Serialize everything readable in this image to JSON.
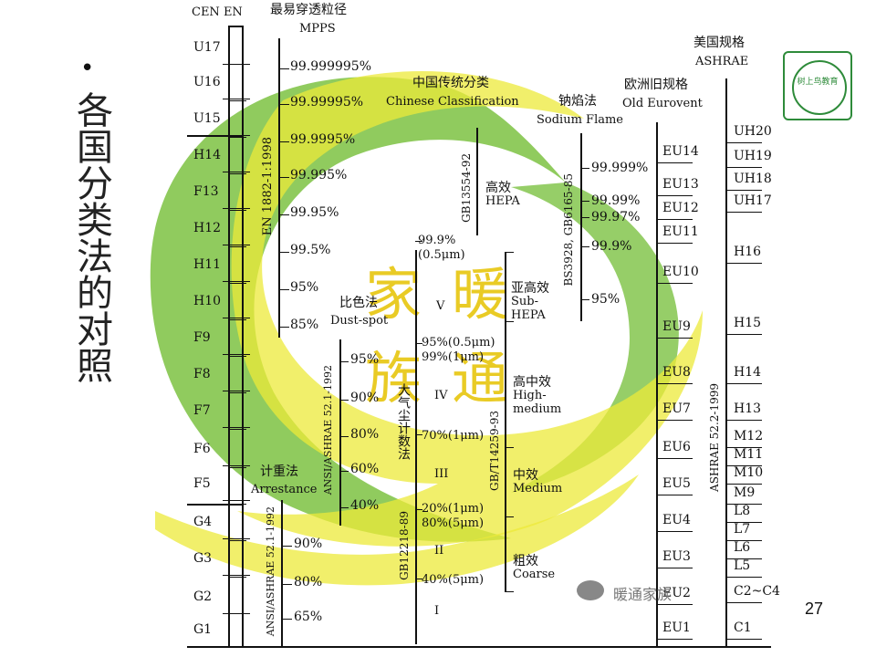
{
  "slide": {
    "bullet": "•",
    "title": "各国分类法的对照",
    "page_number": "27"
  },
  "watermark": {
    "big_chars": [
      "家",
      "暖",
      "族",
      "通"
    ],
    "wechat": "暖通家族",
    "logo_text": "树上鸟教育"
  },
  "colors": {
    "green_swirl": "#7cc242",
    "yellow_swirl": "#ecea3a",
    "watermark_text": "#e6c200",
    "lines": "#111111"
  },
  "columns": {
    "cen_en": {
      "header": "CEN EN",
      "grades": [
        "U17",
        "U16",
        "U15",
        "H14",
        "F13",
        "H12",
        "H11",
        "H10",
        "F9",
        "F8",
        "F7",
        "F6",
        "F5",
        "G4",
        "G3",
        "G2",
        "G1"
      ]
    },
    "mpps": {
      "header_cn": "最易穿透粒径",
      "header_en": "MPPS",
      "standard": "EN 1882-1:1998",
      "values": [
        "99.999995%",
        "99.99995%",
        "99.9995%",
        "99.995%",
        "99.95%",
        "99.5%",
        "95%",
        "85%"
      ]
    },
    "dust_spot": {
      "header_cn": "比色法",
      "header_en": "Dust-spot",
      "standard": "ANSI/ASHRAE 52.1-1992",
      "values": [
        "95%",
        "90%",
        "80%",
        "60%",
        "40%"
      ]
    },
    "arrestance": {
      "header_cn": "计重法",
      "header_en": "Arrestance",
      "standard": "ANSI/ASHRAE 52.1-1992",
      "values": [
        "90%",
        "80%",
        "65%"
      ]
    },
    "chinese": {
      "header_cn": "中国传统分类",
      "header_en": "Chinese Classification",
      "std_hepa": "GB13554-92",
      "std_counter": "大气尘计数法",
      "std_gb12218": "GB12218-89",
      "std_gbt14259": "GB/T14259-93",
      "counter_values": [
        "99.9%",
        "(0.5μm)",
        "V",
        "95%(0.5μm)",
        "99%(1μm)",
        "IV",
        "70%(1μm)",
        "III",
        "20%(1μm)",
        "80%(5μm)",
        "II",
        "40%(5μm)",
        "I"
      ],
      "classes": [
        {
          "cn": "高效",
          "en": "HEPA"
        },
        {
          "cn": "亚高效",
          "en": "Sub-\nHEPA"
        },
        {
          "cn": "高中效",
          "en": "High-\nmedium"
        },
        {
          "cn": "中效",
          "en": "Medium"
        },
        {
          "cn": "粗效",
          "en": "Coarse"
        }
      ]
    },
    "sodium": {
      "header_cn": "钠焰法",
      "header_en": "Sodium Flame",
      "standard": "BS3928, GB6165-85",
      "values": [
        "99.999%",
        "99.99%",
        "99.97%",
        "99.9%",
        "95%"
      ]
    },
    "eurovent": {
      "header_cn": "欧洲旧规格",
      "header_en": "Old Eurovent",
      "grades": [
        "EU14",
        "EU13",
        "EU12",
        "EU11",
        "EU10",
        "EU9",
        "EU8",
        "EU7",
        "EU6",
        "EU5",
        "EU4",
        "EU3",
        "EU2",
        "EU1"
      ]
    },
    "ashrae": {
      "header_cn": "美国规格",
      "header_en": "ASHRAE",
      "standard": "ASHRAE 52.2-1999",
      "grades": [
        "UH20",
        "UH19",
        "UH18",
        "UH17",
        "H16",
        "H15",
        "H14",
        "H13",
        "M12",
        "M11",
        "M10",
        "M9",
        "L8",
        "L7",
        "L6",
        "L5",
        "C2~C4",
        "C1"
      ]
    }
  }
}
